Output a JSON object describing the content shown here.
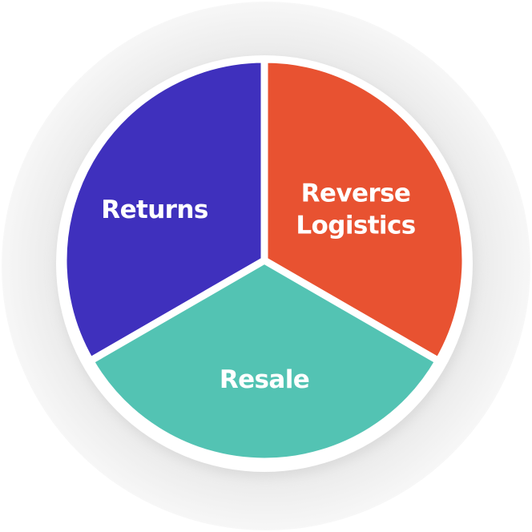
{
  "segments": [
    {
      "id": "returns",
      "lines": [
        "Returns"
      ],
      "color": "#3f30bd"
    },
    {
      "id": "reverse-logistics",
      "lines": [
        "Reverse",
        "Logistics"
      ],
      "color": "#e85231"
    },
    {
      "id": "resale",
      "lines": [
        "Resale"
      ],
      "color": "#53c3b3"
    }
  ],
  "colors": {
    "halo": "#efefef",
    "background": "#ffffff",
    "separator": "#ffffff"
  }
}
